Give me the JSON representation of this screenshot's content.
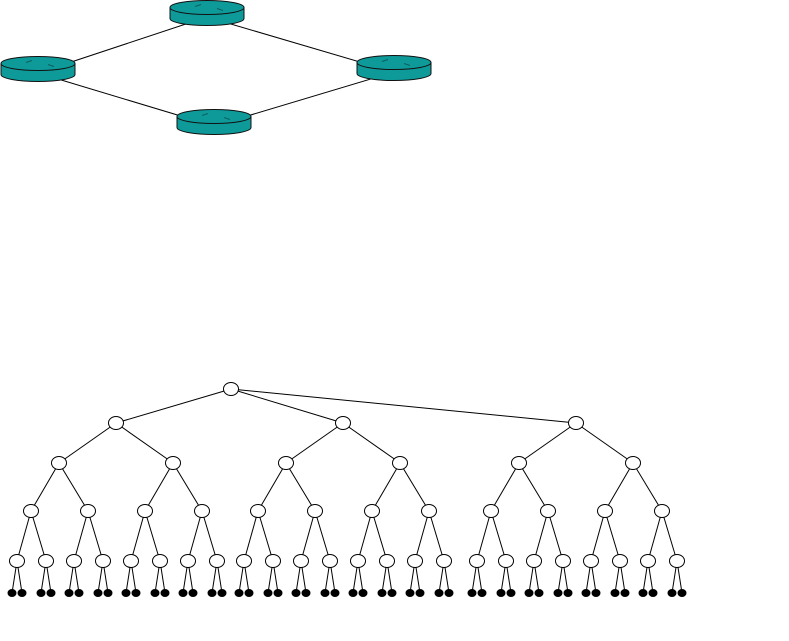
{
  "colors": {
    "background": "#ffffff",
    "router_fill": "#0f9a9a",
    "router_stroke": "#111111",
    "line": "#000000",
    "node_fill": "#ffffff",
    "leaf_fill": "#000000"
  },
  "ring_network": {
    "routers": [
      {
        "id": "router-top"
      },
      {
        "id": "router-left"
      },
      {
        "id": "router-right"
      },
      {
        "id": "router-bottom"
      }
    ],
    "links": [
      [
        "router-top",
        "router-left"
      ],
      [
        "router-top",
        "router-right"
      ],
      [
        "router-left",
        "router-bottom"
      ],
      [
        "router-right",
        "router-bottom"
      ]
    ]
  },
  "tree": {
    "root_children": 3,
    "branching_below": 2,
    "internal_depth": 4,
    "leaves_per_bottom_node": 2,
    "leaf_style": "filled-black",
    "internal_style": "hollow-circle"
  }
}
